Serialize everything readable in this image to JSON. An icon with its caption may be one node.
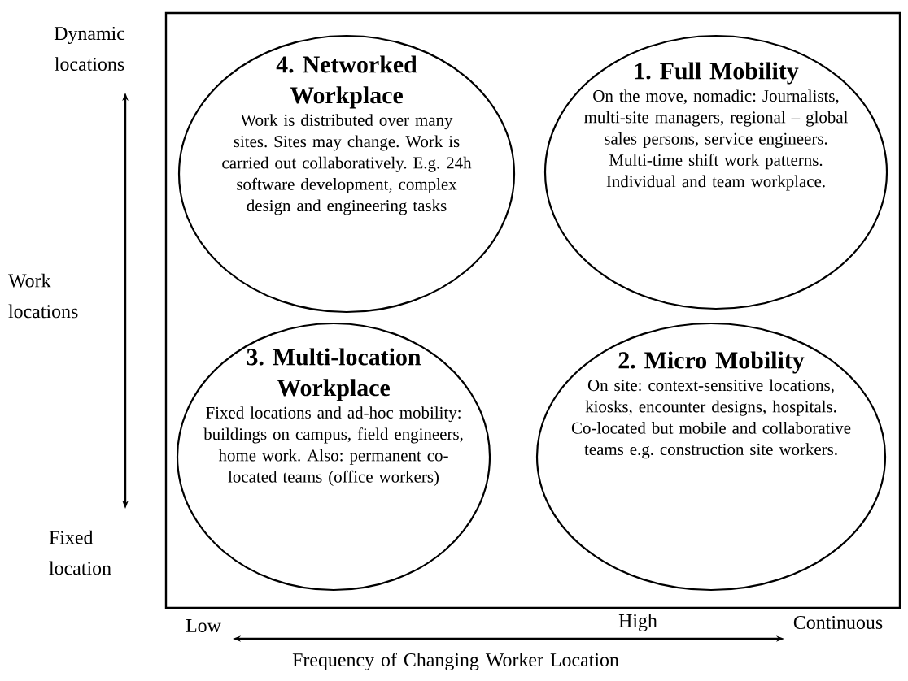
{
  "diagram": {
    "nodes": [
      {
        "text": [],
        "shape": "box"
      },
      {
        "text": [
          "4. Networked Workplace",
          "Work is distributed over many sites. Sites may change. Work is carried out collaboratively. E.g. 24h software development, complex design and engineering tasks"
        ],
        "in": 0
      },
      {
        "text": [
          "1. Full Mobility",
          "On the move, nomadic: Journalists, multi-site managers, regional – global sales persons, service engineers. Multi-time shift work patterns. Individual and team workplace."
        ],
        "in": 0
      },
      {
        "text": [
          "3. Multi-location Workplace",
          "Fixed locations and ad-hoc mobility: buildings on campus, field engineers, home work. Also: permanent co-located teams (office workers)"
        ],
        "in": 0
      },
      {
        "text": [
          "2. Micro Mobility",
          "On site: context-sensitive locations, kiosks, encounter designs, hospitals. Co-located but mobile and collaborative teams e.g. construction site workers."
        ],
        "in": 0
      }
    ],
    "labels": [
      "Dynamic locations",
      "Work locations",
      "Fixed location",
      "Low",
      "High",
      "Continuous",
      "Frequency of Changing Worker Location"
    ]
  }
}
